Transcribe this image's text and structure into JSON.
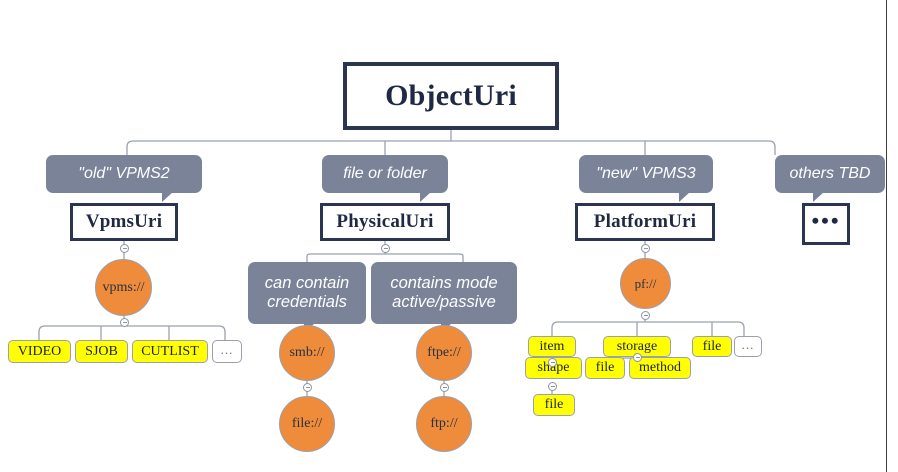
{
  "diagram": {
    "title": "ObjectUri",
    "root": {
      "label": "ObjectUri"
    },
    "branches": [
      {
        "annotation": "\"old\" VPMS2",
        "class_label": "VpmsUri",
        "scheme": "vpms://",
        "leaves": [
          "VIDEO",
          "SJOB",
          "CUTLIST",
          "..."
        ]
      },
      {
        "annotation": "file or folder",
        "class_label": "PhysicalUri",
        "notes": [
          "can contain credentials",
          "contains mode active/passive"
        ],
        "schemes": [
          "smb://",
          "ftpe://"
        ],
        "sub_schemes": [
          "file://",
          "ftp://"
        ]
      },
      {
        "annotation": "\"new\" VPMS3",
        "class_label": "PlatformUri",
        "scheme": "pf://",
        "leaves": [
          "item",
          "storage",
          "file",
          "..."
        ],
        "item_children": [
          "shape"
        ],
        "shape_children": [
          "file"
        ],
        "storage_children": [
          "file",
          "method"
        ]
      },
      {
        "annotation": "others TBD",
        "class_label": "...",
        "leaves": []
      }
    ],
    "notes_text": {
      "can_contain_line1": "can contain",
      "can_contain_line2": "credentials",
      "contains_mode_line1": "contains mode",
      "contains_mode_line2": "active/passive"
    },
    "labels": {
      "vpms_scheme": "vpms://",
      "smb_scheme": "smb://",
      "file_scheme": "file://",
      "ftpe_scheme": "ftpe://",
      "ftp_scheme": "ftp://",
      "pf_scheme": "pf://",
      "leaf_video": "VIDEO",
      "leaf_sjob": "SJOB",
      "leaf_cutlist": "CUTLIST",
      "leaf_ellipsis_vpms": "...",
      "leaf_item": "item",
      "leaf_storage": "storage",
      "leaf_file_top": "file",
      "leaf_ellipsis_pf": "...",
      "leaf_shape": "shape",
      "leaf_file_storage": "file",
      "leaf_method": "method",
      "leaf_file_shape": "file",
      "dots_box": "•••"
    },
    "colors": {
      "node_border": "#2b3550",
      "annotation_fill": "#7b8398",
      "scheme_fill": "#ee8c3c",
      "leaf_fill": "#ffff00",
      "connector": "#9aa0ae",
      "background": "#ffffff"
    }
  }
}
